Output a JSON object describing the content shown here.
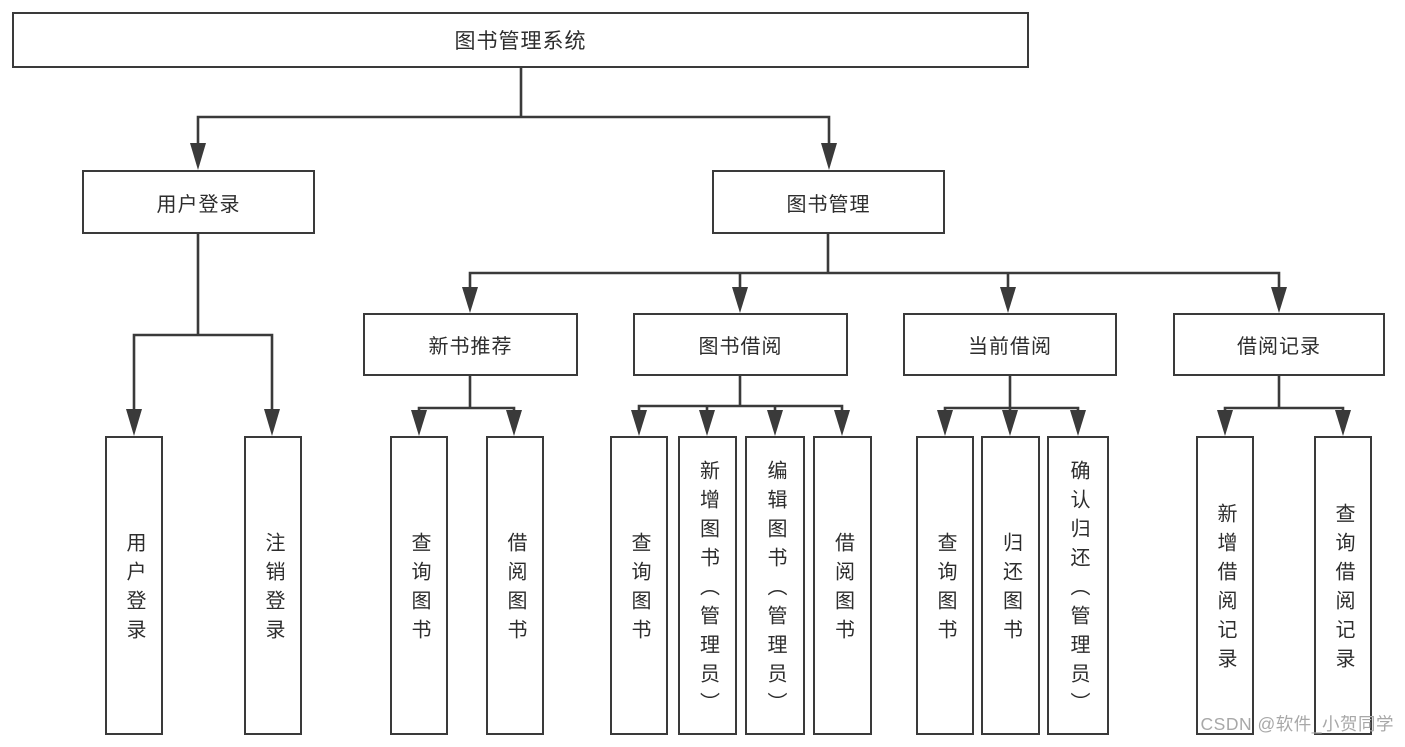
{
  "colors": {
    "background": "#ffffff",
    "line": "#3a3a3a",
    "box_border": "#3a3a3a",
    "text": "#2d2d2d",
    "watermark": "#a8a8a8"
  },
  "watermark": {
    "text": "CSDN @软件_小贺同学"
  },
  "diagram": {
    "root": {
      "label": "图书管理系统"
    },
    "level2": [
      {
        "label": "用户登录",
        "children": [
          {
            "label": "用户登录"
          },
          {
            "label": "注销登录"
          }
        ]
      },
      {
        "label": "图书管理",
        "children": [
          {
            "label": "新书推荐",
            "children": [
              {
                "label": "查询图书"
              },
              {
                "label": "借阅图书"
              }
            ]
          },
          {
            "label": "图书借阅",
            "children": [
              {
                "label": "查询图书"
              },
              {
                "label": "新增图书（管理员）"
              },
              {
                "label": "编辑图书（管理员）"
              },
              {
                "label": "借阅图书"
              }
            ]
          },
          {
            "label": "当前借阅",
            "children": [
              {
                "label": "查询图书"
              },
              {
                "label": "归还图书"
              },
              {
                "label": "确认归还（管理员）"
              }
            ]
          },
          {
            "label": "借阅记录",
            "children": [
              {
                "label": "新增借阅记录"
              },
              {
                "label": "查询借阅记录"
              }
            ]
          }
        ]
      }
    ]
  }
}
